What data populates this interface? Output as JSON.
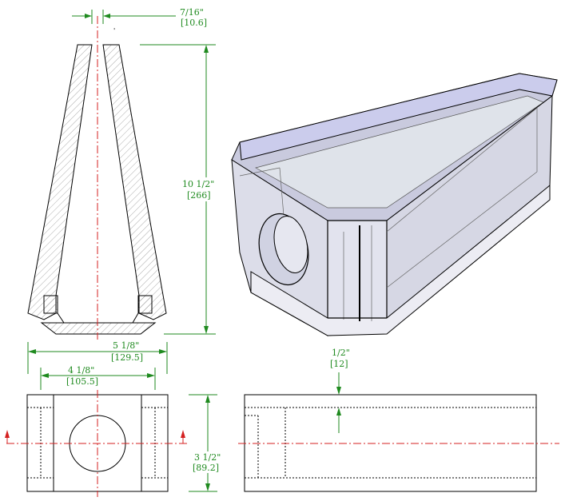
{
  "dimensions": {
    "wall_thickness": {
      "imperial": "7/16\"",
      "metric": "[10.6]"
    },
    "height": {
      "imperial": "10 1/2\"",
      "metric": "[266]"
    },
    "outer_width": {
      "imperial": "5 1/8\"",
      "metric": "[129.5]"
    },
    "inner_width": {
      "imperial": "4 1/8\"",
      "metric": "[105.5]"
    },
    "depth": {
      "imperial": "3 1/2\"",
      "metric": "[89.2]"
    },
    "side_offset": {
      "imperial": "1/2\"",
      "metric": "[12]"
    }
  },
  "colors": {
    "dimension": "#1f8a1f",
    "centerline": "#d42020",
    "outline": "#000000",
    "render_face": "#d8dae8"
  }
}
